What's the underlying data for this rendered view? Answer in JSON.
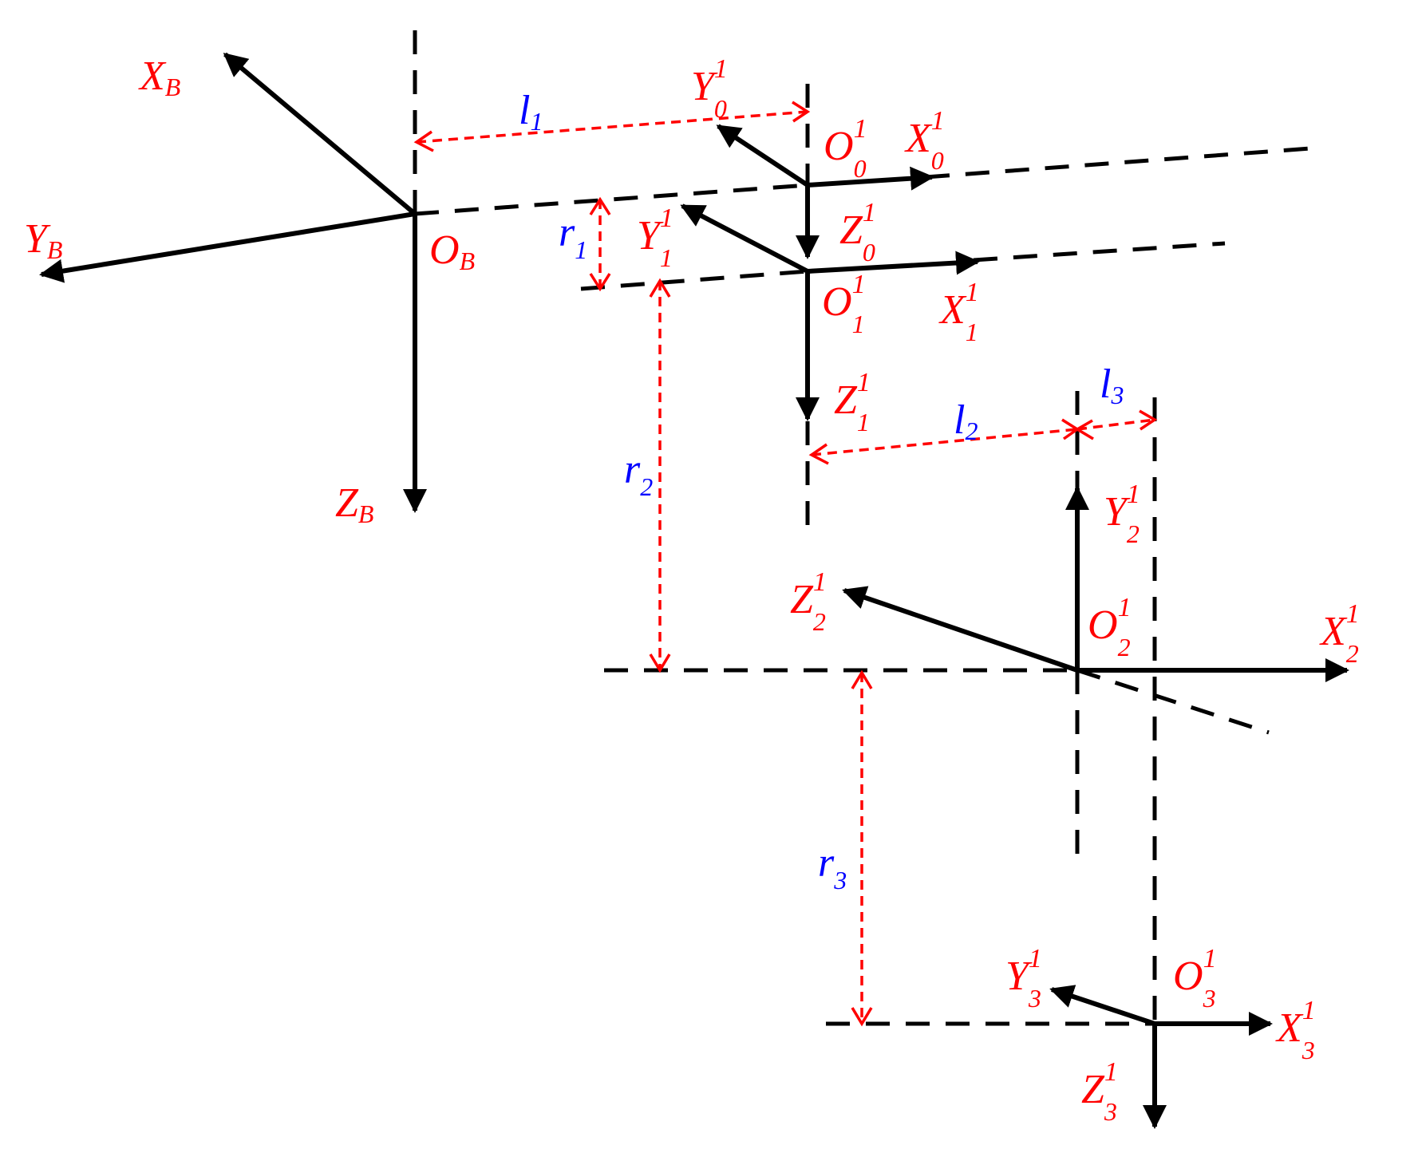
{
  "labels": {
    "xb": {
      "main": "X",
      "sub": "B"
    },
    "yb": {
      "main": "Y",
      "sub": "B"
    },
    "zb": {
      "main": "Z",
      "sub": "B"
    },
    "ob": {
      "main": "O",
      "sub": "B"
    },
    "y01": {
      "main": "Y",
      "sup": "1",
      "sub": "0"
    },
    "x01": {
      "main": "X",
      "sup": "1",
      "sub": "0"
    },
    "o01": {
      "main": "O",
      "sup": "1",
      "sub": "0"
    },
    "z01": {
      "main": "Z",
      "sup": "1",
      "sub": "0"
    },
    "y11": {
      "main": "Y",
      "sup": "1",
      "sub": "1"
    },
    "o11": {
      "main": "O",
      "sup": "1",
      "sub": "1"
    },
    "x11": {
      "main": "X",
      "sup": "1",
      "sub": "1"
    },
    "z11": {
      "main": "Z",
      "sup": "1",
      "sub": "1"
    },
    "y21": {
      "main": "Y",
      "sup": "1",
      "sub": "2"
    },
    "z21": {
      "main": "Z",
      "sup": "1",
      "sub": "2"
    },
    "o21": {
      "main": "O",
      "sup": "1",
      "sub": "2"
    },
    "x21": {
      "main": "X",
      "sup": "1",
      "sub": "2"
    },
    "y31": {
      "main": "Y",
      "sup": "1",
      "sub": "3"
    },
    "o31": {
      "main": "O",
      "sup": "1",
      "sub": "3"
    },
    "x31": {
      "main": "X",
      "sup": "1",
      "sub": "3"
    },
    "z31": {
      "main": "Z",
      "sup": "1",
      "sub": "3"
    }
  },
  "dimensions": {
    "l1": {
      "main": "l",
      "sub": "1"
    },
    "l2": {
      "main": "l",
      "sub": "2"
    },
    "l3": {
      "main": "l",
      "sub": "3"
    },
    "r1": {
      "main": "r",
      "sub": "1"
    },
    "r2": {
      "main": "r",
      "sub": "2"
    },
    "r3": {
      "main": "r",
      "sub": "3"
    }
  },
  "colors": {
    "frame_label": "#ff0000",
    "dimension_label": "#0000ff",
    "dimension_line": "#ff0000",
    "axis": "#000000"
  }
}
